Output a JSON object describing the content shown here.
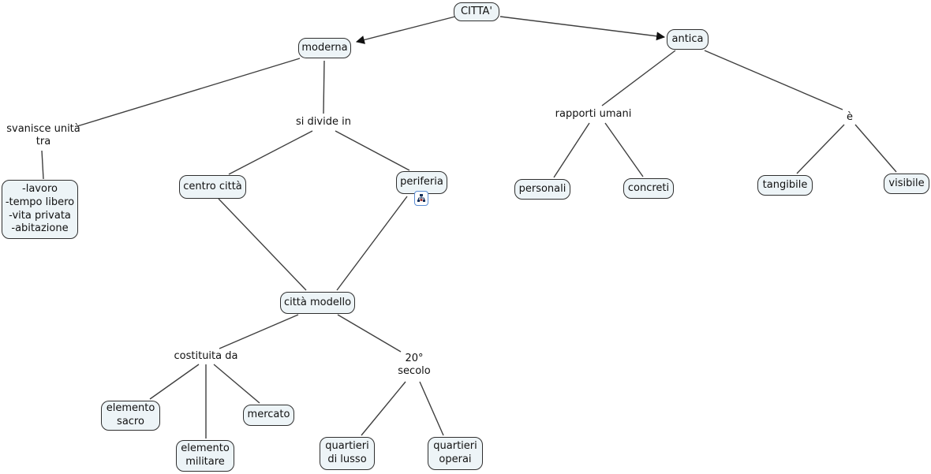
{
  "diagram": {
    "type": "concept-map",
    "root": "CITTA'"
  },
  "nodes": {
    "citta": {
      "label": "CITTA'"
    },
    "moderna": {
      "label": "moderna"
    },
    "antica": {
      "label": "antica"
    },
    "unita_list": {
      "label": "-lavoro\n-tempo libero\n-vita privata\n-abitazione"
    },
    "centro_citta": {
      "label": "centro città"
    },
    "periferia": {
      "label": "periferia"
    },
    "citta_modello": {
      "label": "città modello"
    },
    "elemento_sacro": {
      "label": "elemento\nsacro"
    },
    "elemento_militare": {
      "label": "elemento\nmilitare"
    },
    "mercato": {
      "label": "mercato"
    },
    "quartieri_lusso": {
      "label": "quartieri\ndi lusso"
    },
    "quartieri_operai": {
      "label": "quartieri\noperai"
    },
    "personali": {
      "label": "personali"
    },
    "concreti": {
      "label": "concreti"
    },
    "tangibile": {
      "label": "tangibile"
    },
    "visibile": {
      "label": "visibile"
    }
  },
  "link_phrases": {
    "svanisce": {
      "label": "svanisce unità\ntra"
    },
    "si_divide": {
      "label": "si divide in"
    },
    "costituita": {
      "label": "costituita da"
    },
    "secolo": {
      "label": "20°\nsecolo"
    },
    "rapporti": {
      "label": "rapporti umani"
    },
    "e": {
      "label": "è"
    }
  },
  "edges": [
    {
      "from": "CITTA'",
      "to": "moderna",
      "arrow": true
    },
    {
      "from": "CITTA'",
      "to": "antica",
      "arrow": true
    },
    {
      "from": "moderna",
      "via": "svanisce unità tra",
      "to": "-lavoro -tempo libero -vita privata -abitazione"
    },
    {
      "from": "moderna",
      "via": "si divide in",
      "to": "centro città"
    },
    {
      "from": "moderna",
      "via": "si divide in",
      "to": "periferia"
    },
    {
      "from": "centro città",
      "to": "città modello"
    },
    {
      "from": "periferia",
      "to": "città modello"
    },
    {
      "from": "città modello",
      "via": "costituita da",
      "to": "elemento sacro"
    },
    {
      "from": "città modello",
      "via": "costituita da",
      "to": "elemento militare"
    },
    {
      "from": "città modello",
      "via": "costituita da",
      "to": "mercato"
    },
    {
      "from": "città modello",
      "via": "20° secolo",
      "to": "quartieri di lusso"
    },
    {
      "from": "città modello",
      "via": "20° secolo",
      "to": "quartieri operai"
    },
    {
      "from": "antica",
      "via": "rapporti umani",
      "to": "personali"
    },
    {
      "from": "antica",
      "via": "rapporti umani",
      "to": "concreti"
    },
    {
      "from": "antica",
      "via": "è",
      "to": "tangibile"
    },
    {
      "from": "antica",
      "via": "è",
      "to": "visibile"
    }
  ],
  "icons": {
    "periferia_submap": "org-chart-icon"
  },
  "colors": {
    "background": "#ffffff",
    "node_fill": "#edf4f7",
    "node_border": "#2f2f2f",
    "line": "#3f3f3f",
    "arrow": "#111111",
    "submap_icon_border": "#5b8dd3",
    "text": "#111111"
  }
}
